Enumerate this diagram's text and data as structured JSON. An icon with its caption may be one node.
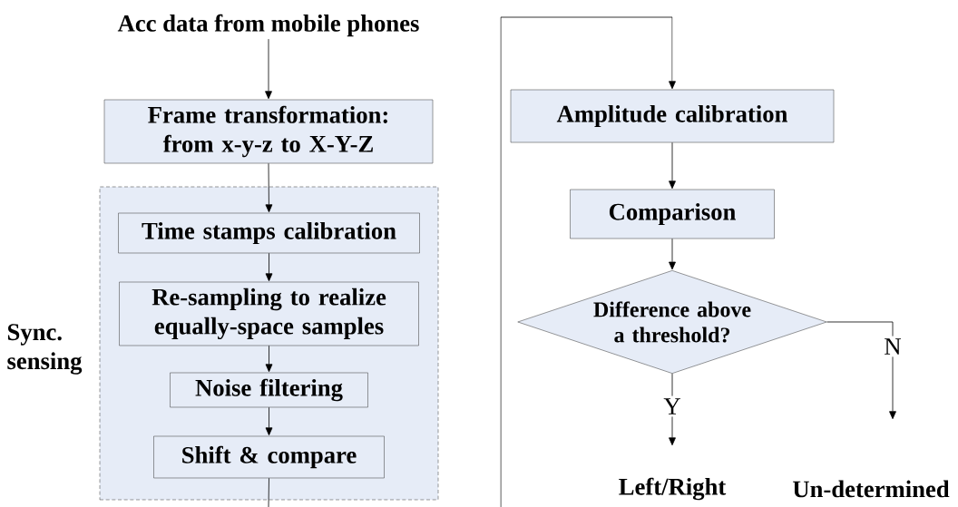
{
  "diagram": {
    "nodes": [
      {
        "text": [
          "Acc data from mobile phones"
        ]
      },
      {
        "text": [
          "Frame transformation: from x-y-z to X-Y-Z"
        ]
      },
      {
        "text": [
          "Sync. sensing"
        ]
      },
      {
        "text": [
          "Time stamps calibration"
        ],
        "in": 2
      },
      {
        "text": [
          "Re-sampling to realize equally-space samples"
        ],
        "in": 2
      },
      {
        "text": [
          "Noise filtering"
        ],
        "in": 2
      },
      {
        "text": [
          "Shift & compare"
        ],
        "in": 2
      },
      {
        "text": [
          "Amplitude calibration"
        ]
      },
      {
        "text": [
          "Comparison"
        ]
      },
      {
        "text": [
          "Difference above a threshold?"
        ]
      },
      {
        "text": [
          "Left/Right"
        ]
      },
      {
        "text": [
          "Un-determined"
        ]
      }
    ],
    "edges": [
      {
        "from": 0,
        "to": 1,
        "arrow": "to"
      },
      {
        "from": 1,
        "to": 3,
        "arrow": "to"
      },
      {
        "from": 3,
        "to": 4,
        "arrow": "to"
      },
      {
        "from": 4,
        "to": 5,
        "arrow": "to"
      },
      {
        "from": 5,
        "to": 6,
        "arrow": "to"
      },
      {
        "from": 6,
        "to": null,
        "arrow": "none"
      },
      {
        "from": null,
        "to": 7,
        "arrow": "to"
      },
      {
        "from": 7,
        "to": 8,
        "arrow": "to"
      },
      {
        "from": 8,
        "to": 9,
        "arrow": "to"
      },
      {
        "from": 9,
        "to": 10,
        "arrow": "to",
        "label": "Y"
      },
      {
        "from": 9,
        "to": 11,
        "arrow": "to",
        "label": "N"
      }
    ]
  }
}
